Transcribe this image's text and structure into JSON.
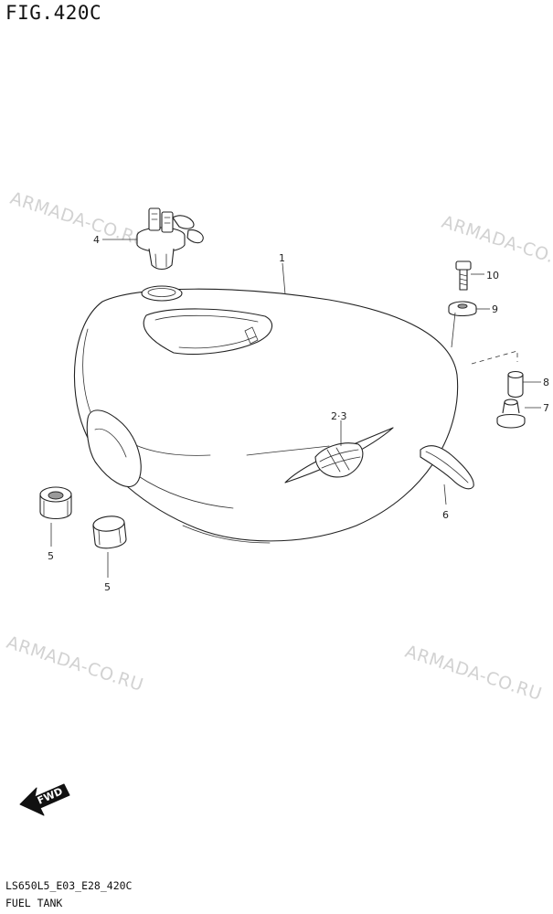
{
  "figure": {
    "title": "FIG.420C",
    "model_code": "LS650L5_E03_E28_420C",
    "section_name": "FUEL TANK"
  },
  "watermark": {
    "text": "ARMADA-CO.RU",
    "color": "#d2d2d2"
  },
  "direction_marker": {
    "label": "FWD",
    "icon": "forward-arrow-icon"
  },
  "callouts": [
    {
      "id": "1",
      "part": "fuel-tank"
    },
    {
      "id": "2·3",
      "part": "tank-emblem"
    },
    {
      "id": "4",
      "part": "fuel-cap"
    },
    {
      "id": "5",
      "part": "tank-cushion-front"
    },
    {
      "id": "5",
      "part": "tank-cushion-rear"
    },
    {
      "id": "6",
      "part": "tank-pad"
    },
    {
      "id": "7",
      "part": "rear-cushion"
    },
    {
      "id": "8",
      "part": "spacer"
    },
    {
      "id": "9",
      "part": "washer"
    },
    {
      "id": "10",
      "part": "bolt"
    }
  ]
}
